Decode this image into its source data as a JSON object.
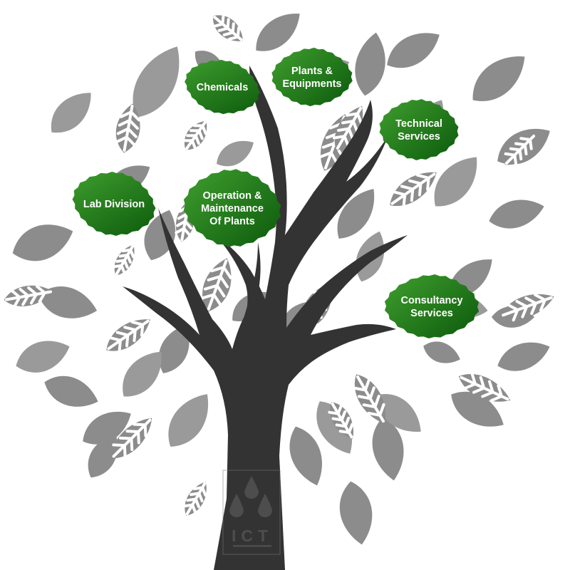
{
  "colors": {
    "leaf_gray": "#8c8c8c",
    "leaf_gray_light": "#9a9a9a",
    "trunk": "#333333",
    "green_light": "#3f9e2e",
    "green_dark": "#0c5a0c",
    "label_text": "#ffffff"
  },
  "service_leaves": [
    {
      "id": "chemicals",
      "lines": [
        "Chemicals"
      ]
    },
    {
      "id": "plants-equipments",
      "lines": [
        "Plants &",
        "Equipments"
      ]
    },
    {
      "id": "technical-services",
      "lines": [
        "Technical",
        "Services"
      ]
    },
    {
      "id": "lab-division",
      "lines": [
        "Lab Division"
      ]
    },
    {
      "id": "operation-maintenance",
      "lines": [
        "Operation &",
        "Maintenance",
        "Of Plants"
      ]
    },
    {
      "id": "consultancy-services",
      "lines": [
        "Consultancy",
        "Services"
      ]
    }
  ],
  "logo": {
    "text": "ICT"
  }
}
